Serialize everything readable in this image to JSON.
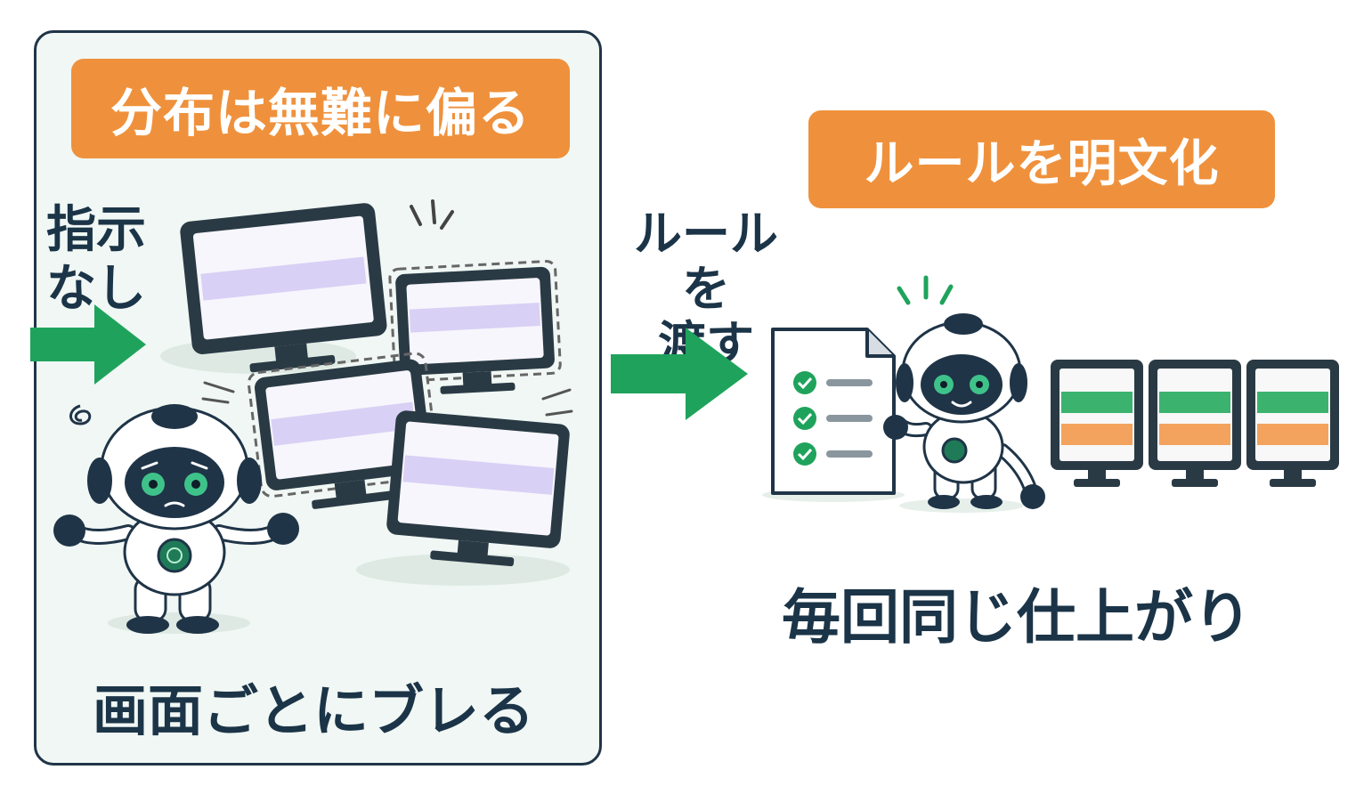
{
  "left_panel": {
    "banner": "分布は無難に偏る",
    "side_label_line1": "指示",
    "side_label_line2": "なし",
    "caption": "画面ごとにブレる"
  },
  "middle": {
    "arrow_label_line1": "ルールを",
    "arrow_label_line2": "渡す"
  },
  "right_panel": {
    "banner": "ルールを明文化",
    "caption": "毎回同じ仕上がり"
  },
  "colors": {
    "banner": "#ef913c",
    "arrow": "#1fa35c",
    "dark": "#1f3447",
    "panel_bg": "#f0f7f4",
    "screen_purple": "#d9d0f5",
    "screen_green": "#3bb36e",
    "screen_orange": "#f3a35e"
  },
  "icons": [
    "arrow-right-icon",
    "monitor-icon",
    "robot-icon",
    "checklist-document-icon",
    "check-icon"
  ]
}
